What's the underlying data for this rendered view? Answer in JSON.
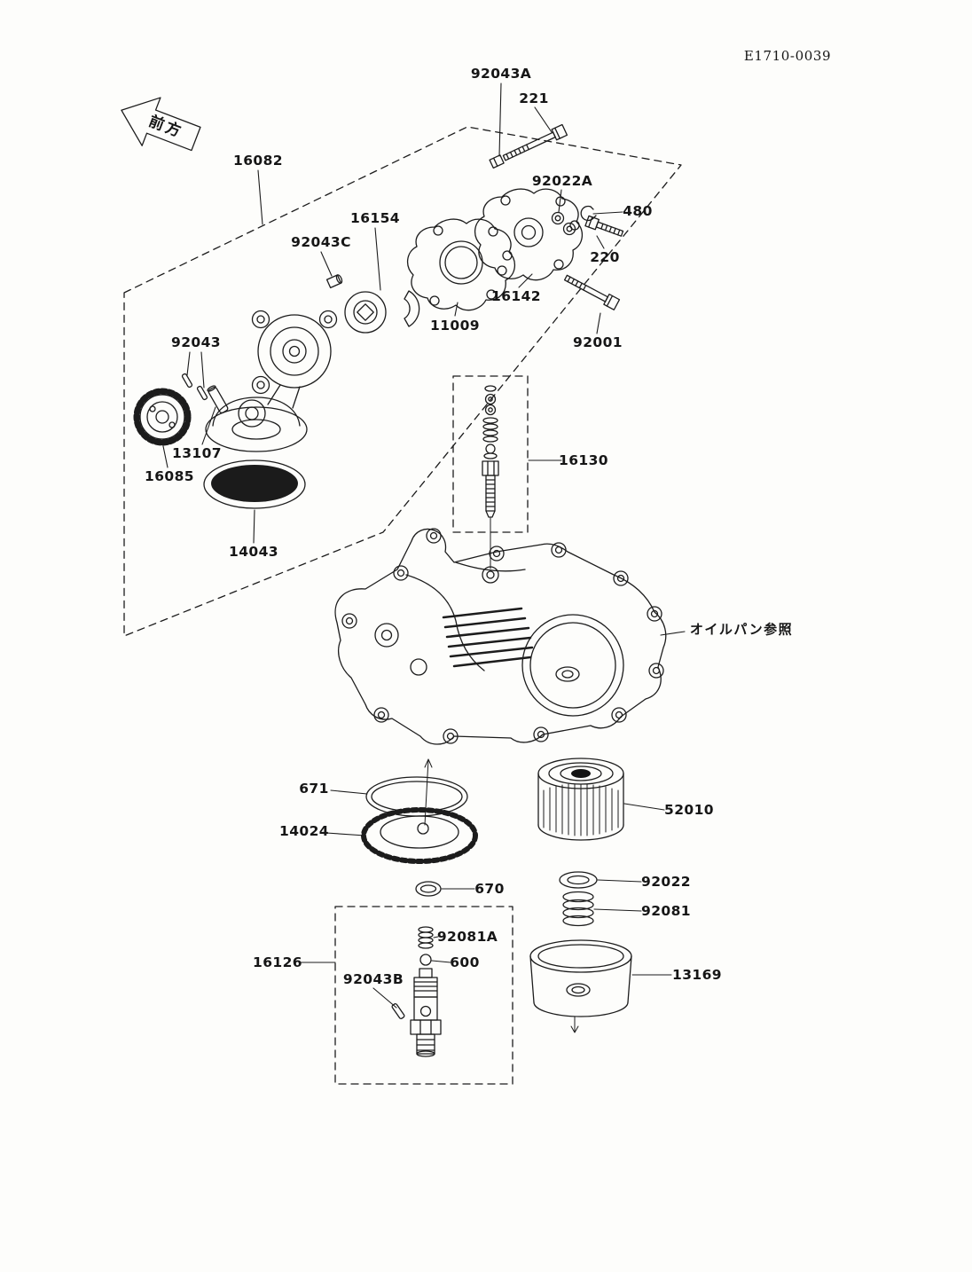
{
  "document": {
    "code": "E1710-0039",
    "front_marker": "前方",
    "oil_pan_reference": "オイルパン参照"
  },
  "part_labels": {
    "92043A": "92043A",
    "221": "221",
    "16082": "16082",
    "16154": "16154",
    "92043C": "92043C",
    "92022A": "92022A",
    "480": "480",
    "220": "220",
    "16142": "16142",
    "11009": "11009",
    "92001": "92001",
    "92043": "92043",
    "13107": "13107",
    "16085": "16085",
    "14043": "14043",
    "16130": "16130",
    "671": "671",
    "14024": "14024",
    "52010": "52010",
    "670": "670",
    "92022": "92022",
    "92081": "92081",
    "92081A": "92081A",
    "600": "600",
    "16126": "16126",
    "92043B": "92043B",
    "13169": "13169"
  }
}
